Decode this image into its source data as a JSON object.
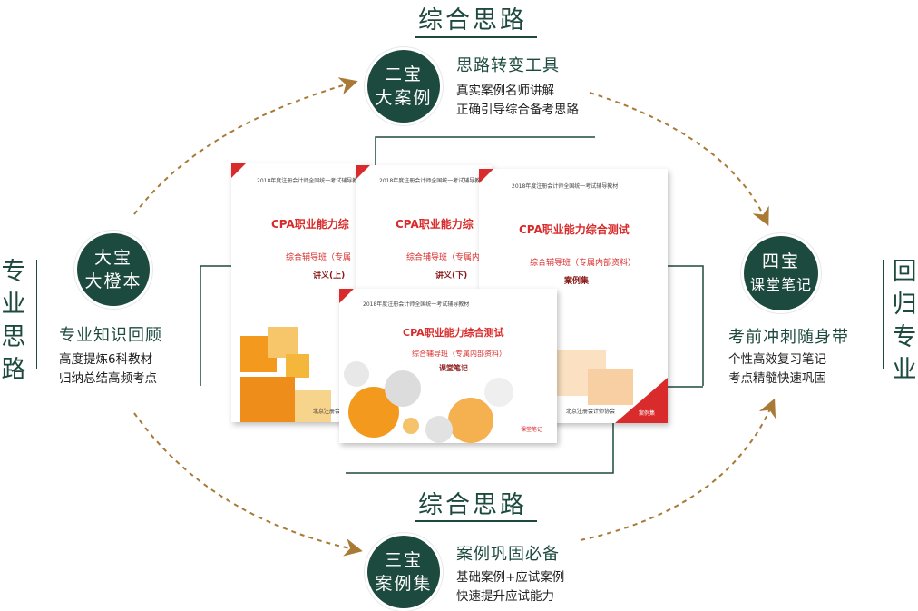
{
  "top_heading": "综合思路",
  "bottom_heading": "综合思路",
  "left_vertical": [
    "专",
    "业",
    "思",
    "路"
  ],
  "right_vertical": [
    "回",
    "归",
    "专",
    "业"
  ],
  "treasures": {
    "t2": {
      "line1": "二宝",
      "line2": "大案例",
      "title": "思路转变工具",
      "desc1": "真实案例名师讲解",
      "desc2": "正确引导综合备考思路"
    },
    "t1": {
      "line1": "大宝",
      "line2": "大橙本",
      "title": "专业知识回顾",
      "desc1": "高度提炼6科教材",
      "desc2": "归纳总结高频考点"
    },
    "t4": {
      "line1": "四宝",
      "line2": "课堂笔记",
      "title": "考前冲刺随身带",
      "desc1": "个性高效复习笔记",
      "desc2": "考点精髓快速巩固"
    },
    "t3": {
      "line1": "三宝",
      "line2": "案例集",
      "title": "案例巩固必备",
      "desc1": "基础案例+应试案例",
      "desc2": "快速提升应试能力"
    }
  },
  "books": {
    "b1": {
      "sub": "2018年度注册会计师全国统一考试辅导教材",
      "title": "CPA职业能力综",
      "line": "综合辅导班（专属",
      "name": "讲义(上)",
      "publisher": "北京注册会计师"
    },
    "b2": {
      "sub": "2018年度注册会计师全国统一考试辅导教材",
      "title": "CPA职业能力综",
      "line": "综合辅导班（专属内",
      "name": "讲义(下)"
    },
    "b3": {
      "sub": "2018年度注册会计师全国统一考试辅导教材",
      "title": "CPA职业能力综合测试",
      "line": "综合辅导班（专属内部资料）",
      "name": "案例集",
      "publisher": "北京注册会计师协会",
      "badge": "案例集"
    },
    "b4": {
      "sub": "2018年度注册会计师全国统一考试辅导教材",
      "title": "CPA职业能力综合测试",
      "line": "综合辅导班（专属内部资料）",
      "name": "课堂笔记",
      "badge": "课堂笔记"
    }
  },
  "colors": {
    "primary": "#1d4a3e",
    "arrow": "#a87a36",
    "red": "#d92b2b",
    "orange": "#f39a1e"
  }
}
